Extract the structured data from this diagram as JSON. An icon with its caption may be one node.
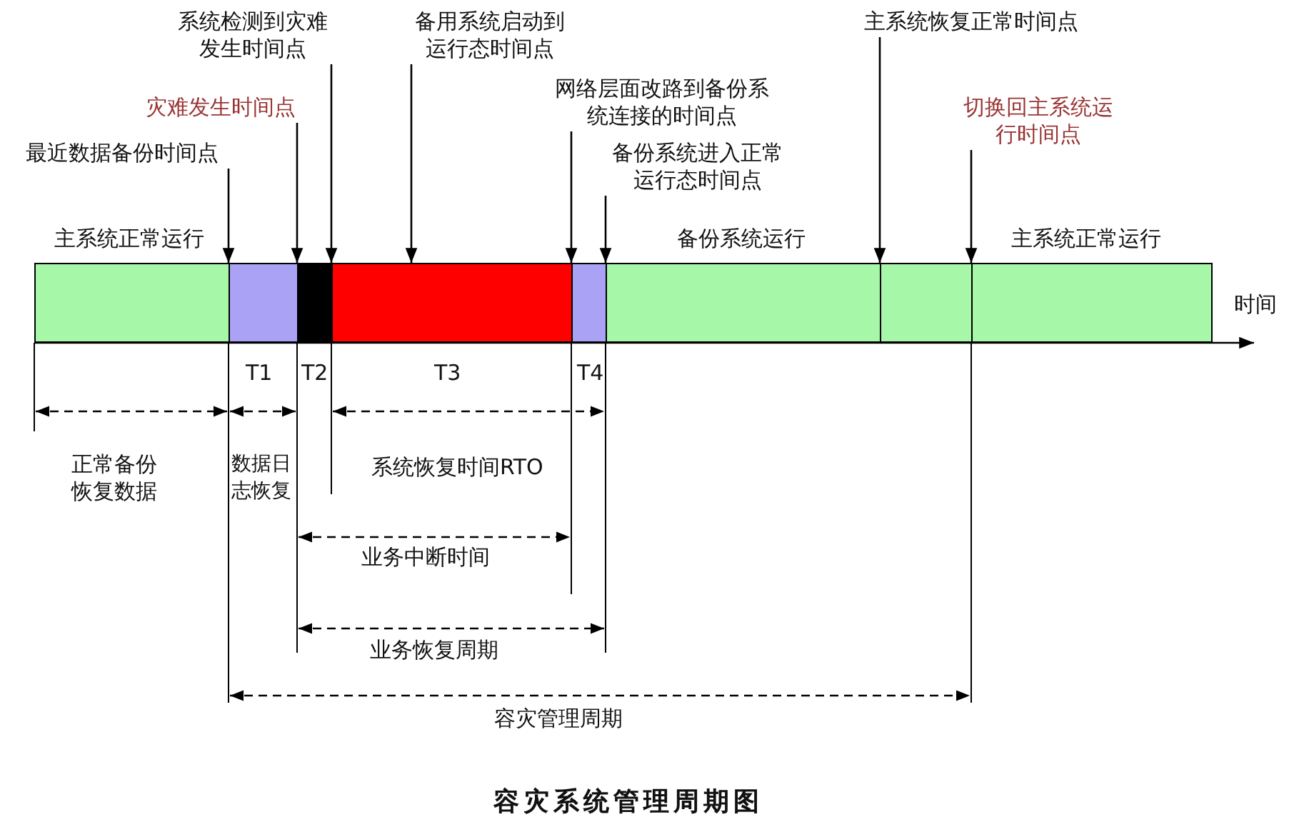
{
  "diagram": {
    "caption": "容灾系统管理周期图",
    "nodes": [
      {
        "text": [
          "系统检测到灾难发生时间点"
        ]
      },
      {
        "text": [
          "备用系统启动到运行态时间点"
        ]
      },
      {
        "text": [
          "主系统恢复正常时间点"
        ]
      },
      {
        "text": [
          "网络层面改路到备份系统连接的时间点"
        ]
      },
      {
        "text": [
          "灾难发生时间点"
        ]
      },
      {
        "text": [
          "切换回主系统运行时间点"
        ]
      },
      {
        "text": [
          "最近数据备份时间点"
        ]
      },
      {
        "text": [
          "备份系统进入正常运行态时间点"
        ]
      },
      {
        "text": [],
        "shape": "bar",
        "beside": [
          "主系统正常运行"
        ]
      },
      {
        "text": [],
        "shape": "bar"
      },
      {
        "text": [],
        "shape": "bar"
      },
      {
        "text": [],
        "shape": "bar"
      },
      {
        "text": [],
        "shape": "bar"
      },
      {
        "text": [],
        "shape": "bar",
        "beside": [
          "备份系统运行"
        ]
      },
      {
        "text": [],
        "shape": "bar"
      },
      {
        "text": [],
        "shape": "bar",
        "beside": [
          "主系统正常运行"
        ]
      }
    ],
    "edges": [
      {
        "from": 0,
        "to": 10,
        "arrow": "to"
      },
      {
        "from": 1,
        "to": 11,
        "arrow": "to"
      },
      {
        "from": 2,
        "to": 14,
        "arrow": "to"
      },
      {
        "from": 3,
        "to": 12,
        "arrow": "to"
      },
      {
        "from": 4,
        "to": 10,
        "arrow": "to"
      },
      {
        "from": 5,
        "to": 14,
        "arrow": "to"
      },
      {
        "from": 6,
        "to": 9,
        "arrow": "to"
      },
      {
        "from": 7,
        "to": 12,
        "arrow": "to"
      }
    ],
    "labels": [
      "时间",
      "T1",
      "T2",
      "T3",
      "T4",
      "正常备份恢复数据",
      "数据日志恢复",
      "系统恢复时间RTO",
      "业务中断时间",
      "业务恢复周期",
      "容灾管理周期"
    ]
  }
}
